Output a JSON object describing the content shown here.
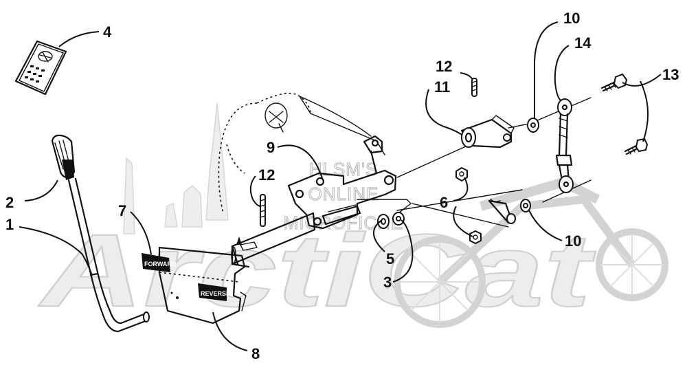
{
  "watermark": {
    "brand": "ArctiCat",
    "lines": [
      "HLSM'S",
      "ONLINE",
      "MICROFICHE"
    ]
  },
  "callouts": {
    "c1": "1",
    "c2": "2",
    "c3": "3",
    "c4": "4",
    "c5": "5",
    "c6": "6",
    "c7": "7",
    "c8": "8",
    "c9": "9",
    "c10a": "10",
    "c10b": "10",
    "c11": "11",
    "c12a": "12",
    "c12b": "12",
    "c13": "13",
    "c14": "14"
  }
}
